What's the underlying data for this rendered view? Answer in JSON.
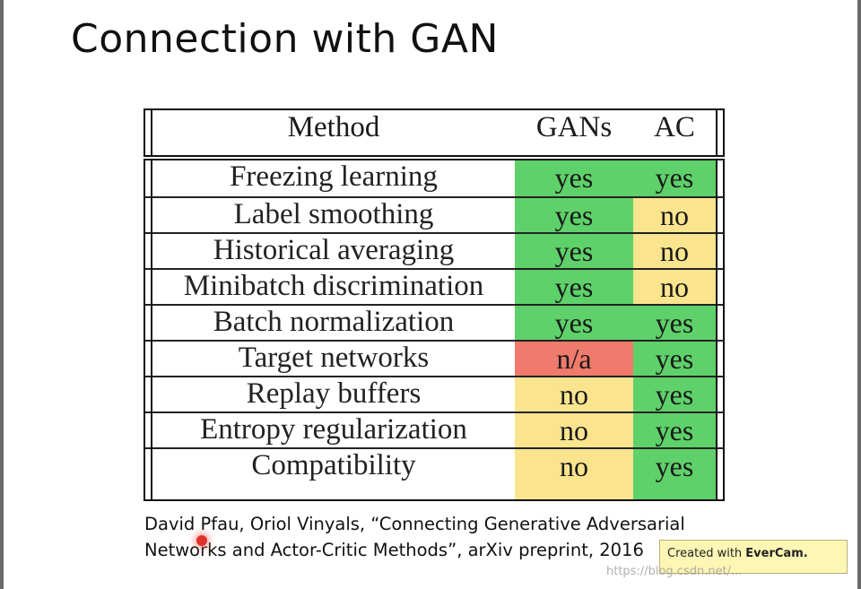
{
  "slide": {
    "title": "Connection with GAN",
    "citation_line1": "David Pfau, Oriol Vinyals, “Connecting Generative Adversarial",
    "citation_line2": "Networks and Actor-Critic Methods”, arXiv preprint, 2016"
  },
  "table": {
    "headers": {
      "method": "Method",
      "gans": "GANs",
      "ac": "AC"
    },
    "rows": [
      {
        "method": "Freezing learning",
        "gans": "yes",
        "ac": "yes"
      },
      {
        "method": "Label smoothing",
        "gans": "yes",
        "ac": "no"
      },
      {
        "method": "Historical averaging",
        "gans": "yes",
        "ac": "no"
      },
      {
        "method": "Minibatch discrimination",
        "gans": "yes",
        "ac": "no"
      },
      {
        "method": "Batch normalization",
        "gans": "yes",
        "ac": "yes"
      },
      {
        "method": "Target networks",
        "gans": "n/a",
        "ac": "yes"
      },
      {
        "method": "Replay buffers",
        "gans": "no",
        "ac": "yes"
      },
      {
        "method": "Entropy regularization",
        "gans": "no",
        "ac": "yes"
      },
      {
        "method": "Compatibility",
        "gans": "no",
        "ac": "yes"
      }
    ]
  },
  "watermark": {
    "prefix": "Created with ",
    "brand": "EverCam.",
    "url": "https://blog.csdn.net/..."
  },
  "colors": {
    "yes": "#5fd16a",
    "no": "#fbe48e",
    "na": "#f07a6b"
  }
}
